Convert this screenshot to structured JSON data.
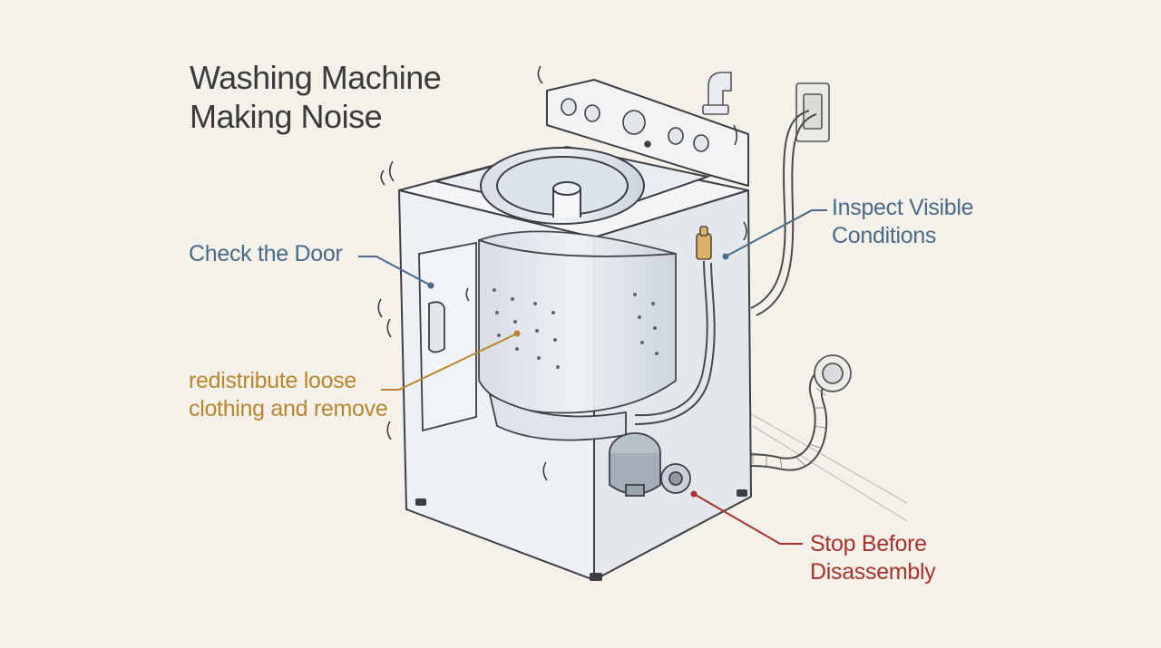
{
  "title": {
    "line1": "Washing Machine",
    "line2": "Making Noise"
  },
  "callouts": {
    "door": {
      "text": "Check the Door",
      "color": "#4b6a86"
    },
    "inspect": {
      "line1": "Inspect Visible",
      "line2": "Conditions",
      "color": "#4b6a86"
    },
    "redistribute": {
      "line1": "redistribute loose",
      "line2": "clothing and remove",
      "color": "#b8862e"
    },
    "stop": {
      "line1": "Stop Before",
      "line2": "Disassembly",
      "color": "#a8322c"
    }
  },
  "colors": {
    "background": "#f4f1ea",
    "ink": "#3d3f44",
    "machine_fill": "#eef1f4",
    "drum_fill": "#e3e8ee"
  }
}
